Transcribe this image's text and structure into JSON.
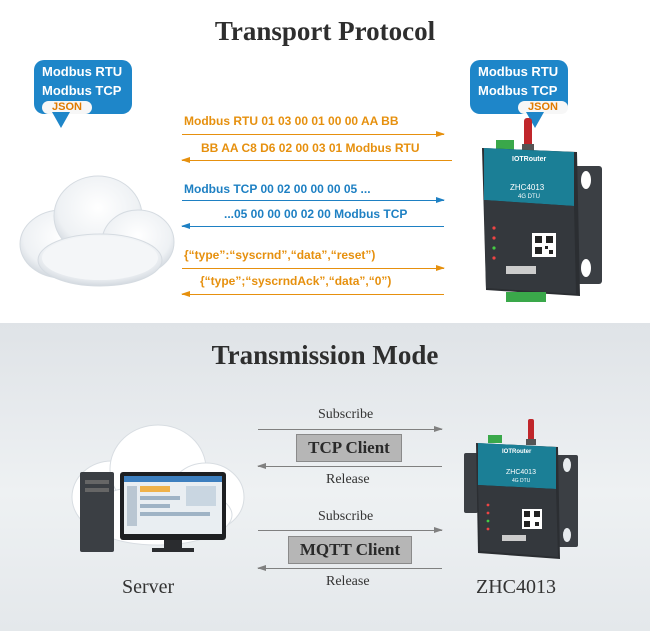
{
  "top_section": {
    "title": "Transport Protocol",
    "left_bubble": {
      "line1": "Modbus RTU",
      "line2": "Modbus TCP",
      "pill": "JSON"
    },
    "right_bubble": {
      "line1": "Modbus RTU",
      "line2": "Modbus TCP",
      "pill": "JSON"
    },
    "messages": {
      "rtu_request": "Modbus RTU 01 03 00 01 00 00 AA BB",
      "rtu_response": "BB AA C8  D6 02 00 03 01 Modbus RTU",
      "tcp_request": "Modbus TCP 00 02 00 00 00 05 ...",
      "tcp_response": "...05 00 00 00 02 00 Modbus TCP",
      "json_request": "{“type”:“syscrnd”,“data”,“reset”)",
      "json_response": "{“type”;“syscrndAck”,“data”,“0”)"
    },
    "device": {
      "brand": "IOTRouter",
      "model": "ZHC4013",
      "sub": "4G  DTU"
    }
  },
  "bottom_section": {
    "title": "Transmission Mode",
    "tcp": {
      "subscribe": "Subscribe",
      "box": "TCP Client",
      "release": "Release"
    },
    "mqtt": {
      "subscribe": "Subscribe",
      "box": "MQTT Client",
      "release": "Release"
    },
    "server_label": "Server",
    "device_label": "ZHC4013",
    "device": {
      "brand": "IOTRouter",
      "model": "ZHC4013",
      "sub": "4G  DTU"
    }
  },
  "colors": {
    "orange": "#e6900e",
    "blue": "#1e80c3",
    "bubble_blue": "#1e86c9",
    "device_teal": "#1b7f96"
  }
}
